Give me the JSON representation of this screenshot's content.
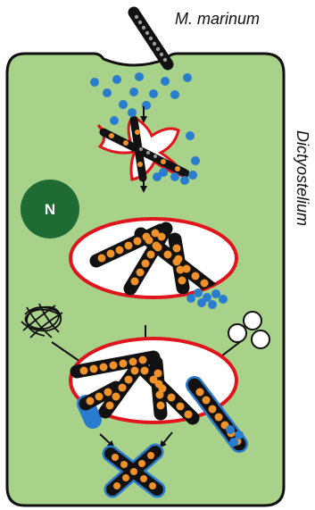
{
  "labels": {
    "bacterium": "M. marinum",
    "host_cell": "Dictyostelium",
    "nucleus": "N"
  },
  "colors": {
    "cytoplasm": "#a8d18a",
    "cell_outline": "#111111",
    "nucleus": "#1e6b34",
    "bacterium_body": "#111111",
    "bacterium_dots": "#f0922a",
    "vacuole_membrane": "#e0141c",
    "vacuole_lumen": "#ffffff",
    "host_membrane_particles": "#2a7ccf",
    "arrow": "#111111",
    "lysosome_vesicles": "#ffffff"
  },
  "icons": {
    "autophagy": "tangled-coil-icon",
    "lysosomes": "vesicle-cluster-icon"
  }
}
